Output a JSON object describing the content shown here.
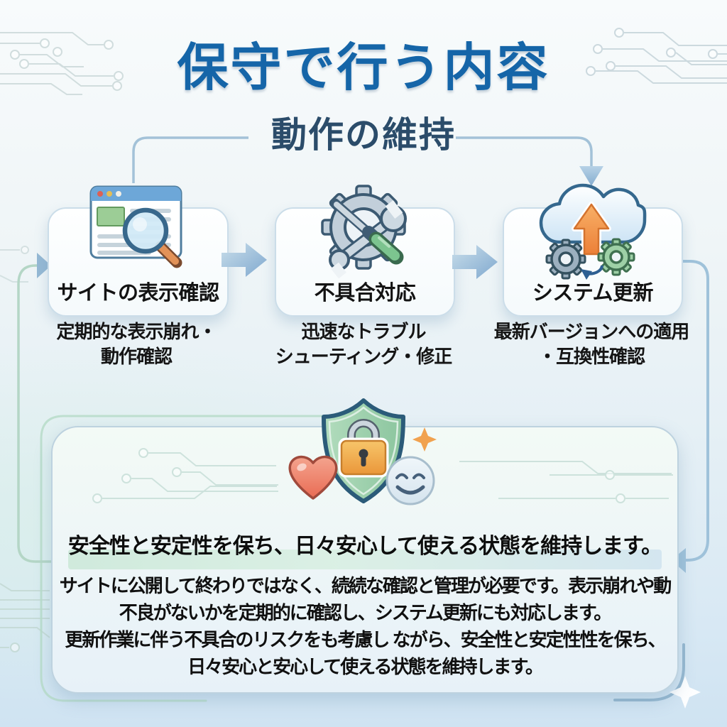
{
  "page": {
    "title": "保守で行う内容",
    "section_title": "動作の維持"
  },
  "steps": [
    {
      "icon": "browser-magnifier-icon",
      "title": "サイトの表示確認",
      "description_lines": [
        "定期的な表示崩れ・",
        "動作確認"
      ]
    },
    {
      "icon": "gear-tools-icon",
      "title": "不具合対応",
      "description_lines": [
        "迅速なトラブル",
        "シューティング・修正"
      ]
    },
    {
      "icon": "cloud-update-icon",
      "title": "システム更新",
      "description_lines": [
        "最新バージョンへの適用",
        "・互換性確認"
      ]
    }
  ],
  "flow": {
    "direction": "step1 → step2 → step3 → summary → step1 (cycle)",
    "connector_style": "light blue and mint rounded lines with arrowheads"
  },
  "summary": {
    "icons": [
      "heart-icon",
      "shield-lock-icon",
      "smiley-icon",
      "sparkle-icon"
    ],
    "headline": "安全性と安定性を保ち、日々安心して使える状態を維持します。",
    "body_lines": [
      "サイトに公開して終わりではなく、続続な確認と管理が必要です。表示崩れや動",
      "不良がないかを定期的に確認し、システム更新にも対応します。",
      "更新作業に伴う不具合のリスクをも考慮し ながら、安全性と安定性性を保ち、",
      "日々安心と安心して使える状態を維持します。"
    ]
  },
  "colors": {
    "title_blue": "#1565a8",
    "subtitle_navy": "#2b4c6a",
    "text_black": "#111111",
    "arrow_blue": "#8fb5d4",
    "cycle_line_green": "#b4d6c6",
    "cycle_line_blue": "#9fc2da",
    "card_border": "#cbdde9",
    "panel_mint": "#f3faf6",
    "highlight_green": "#cde9da",
    "highlight_blue": "#d2e5ef",
    "shield_green": "#9ccfa8",
    "lock_orange": "#f0a64e",
    "heart_coral": "#ed8172",
    "cloud_blue": "#d6eaf7",
    "circuit_gray": "#c9d8d8"
  }
}
